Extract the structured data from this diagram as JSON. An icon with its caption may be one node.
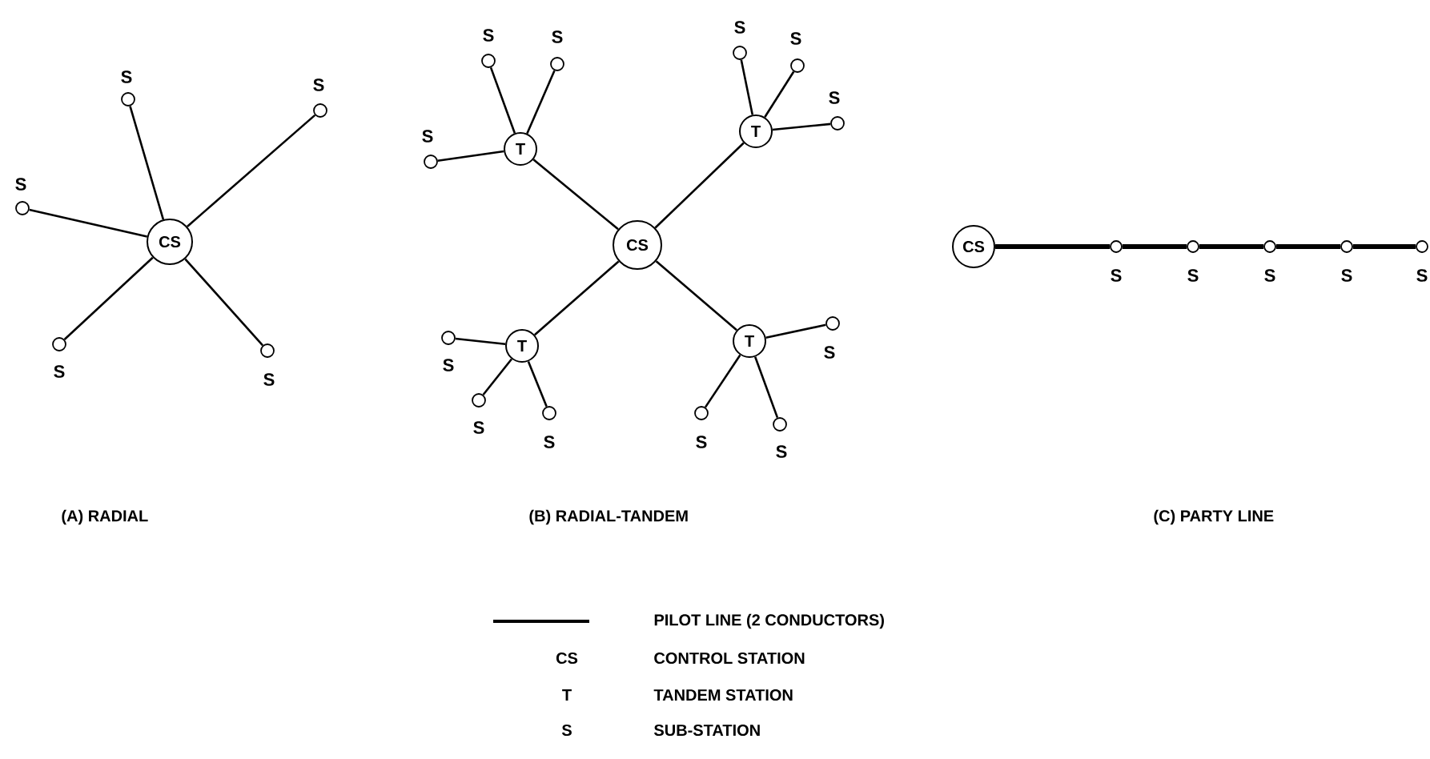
{
  "diagram": {
    "nodes": [
      {
        "text": [
          "S"
        ]
      },
      {
        "text": [
          "S"
        ]
      },
      {
        "text": [
          "S"
        ]
      },
      {
        "text": [
          "CS"
        ]
      },
      {
        "text": [
          "S"
        ]
      },
      {
        "text": [
          "S"
        ]
      },
      {
        "text": [
          "S"
        ]
      },
      {
        "text": [
          "S"
        ]
      },
      {
        "text": [
          "S"
        ]
      },
      {
        "text": [
          "S"
        ]
      },
      {
        "text": [
          "S"
        ]
      },
      {
        "text": [
          "T"
        ]
      },
      {
        "text": [
          "T"
        ]
      },
      {
        "text": [
          "S"
        ]
      },
      {
        "text": [
          "CS"
        ]
      },
      {
        "text": [
          "S"
        ]
      },
      {
        "text": [
          "S"
        ]
      },
      {
        "text": [
          "T"
        ]
      },
      {
        "text": [
          "T"
        ]
      },
      {
        "text": [
          "S"
        ]
      },
      {
        "text": [
          "S"
        ]
      },
      {
        "text": [
          "S"
        ]
      },
      {
        "text": [
          "S"
        ]
      },
      {
        "text": [
          "CS"
        ]
      },
      {
        "text": [
          "S"
        ]
      },
      {
        "text": [
          "S"
        ]
      },
      {
        "text": [
          "S"
        ]
      },
      {
        "text": [
          "S"
        ]
      },
      {
        "text": [
          "S"
        ]
      }
    ],
    "edges": [
      {
        "from": 3,
        "to": 0,
        "arrow": "none"
      },
      {
        "from": 3,
        "to": 1,
        "arrow": "none"
      },
      {
        "from": 3,
        "to": 2,
        "arrow": "none"
      },
      {
        "from": 3,
        "to": 4,
        "arrow": "none"
      },
      {
        "from": 3,
        "to": 5,
        "arrow": "none"
      },
      {
        "from": 14,
        "to": 12,
        "arrow": "none"
      },
      {
        "from": 14,
        "to": 11,
        "arrow": "none"
      },
      {
        "from": 14,
        "to": 18,
        "arrow": "none"
      },
      {
        "from": 14,
        "to": 17,
        "arrow": "none"
      },
      {
        "from": 12,
        "to": 7,
        "arrow": "none"
      },
      {
        "from": 12,
        "to": 8,
        "arrow": "none"
      },
      {
        "from": 12,
        "to": 13,
        "arrow": "none"
      },
      {
        "from": 11,
        "to": 6,
        "arrow": "none"
      },
      {
        "from": 11,
        "to": 9,
        "arrow": "none"
      },
      {
        "from": 11,
        "to": 10,
        "arrow": "none"
      },
      {
        "from": 18,
        "to": 16,
        "arrow": "none"
      },
      {
        "from": 18,
        "to": 19,
        "arrow": "none"
      },
      {
        "from": 18,
        "to": 21,
        "arrow": "none"
      },
      {
        "from": 17,
        "to": 15,
        "arrow": "none"
      },
      {
        "from": 17,
        "to": 20,
        "arrow": "none"
      },
      {
        "from": 17,
        "to": 22,
        "arrow": "none"
      },
      {
        "from": 23,
        "to": 24,
        "arrow": "none",
        "style": "thick"
      },
      {
        "from": 24,
        "to": 25,
        "arrow": "none",
        "style": "thick"
      },
      {
        "from": 25,
        "to": 26,
        "arrow": "none",
        "style": "thick"
      },
      {
        "from": 26,
        "to": 27,
        "arrow": "none",
        "style": "thick"
      },
      {
        "from": 27,
        "to": 28,
        "arrow": "none",
        "style": "thick"
      }
    ],
    "labels": [
      "(A) RADIAL",
      "(B) RADIAL-TANDEM",
      "(C) PARTY LINE",
      "CS",
      "CONTROL STATION",
      "T",
      "TANDEM STATION",
      "S",
      "SUB-STATION"
    ],
    "legend": [
      {
        "text": "PILOT LINE (2 CONDUCTORS)"
      }
    ]
  }
}
